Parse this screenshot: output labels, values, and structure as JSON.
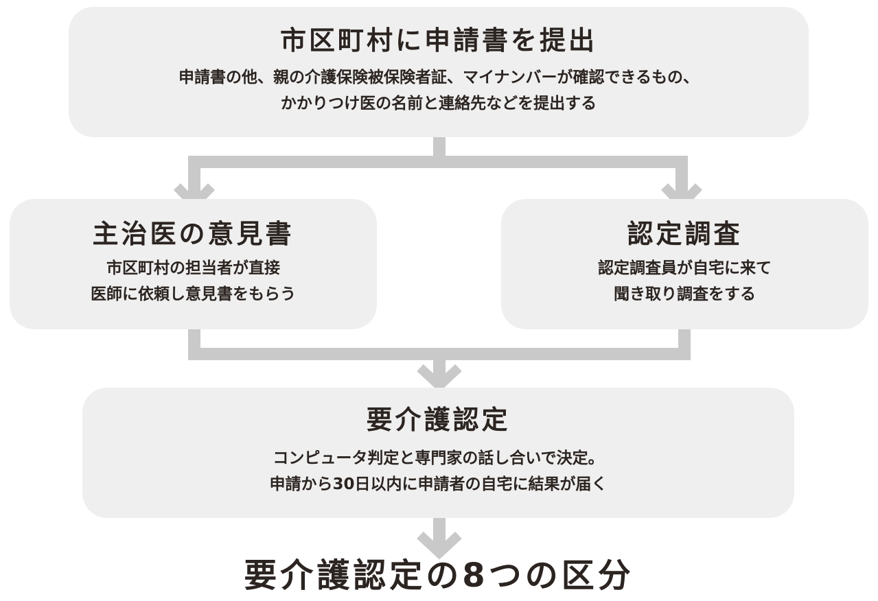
{
  "submit": {
    "title": "市区町村に申請書を提出",
    "lines": [
      "申請書の他、親の介護保険被保険者証、マイナンバーが確認できるもの、",
      "かかりつけ医の名前と連絡先などを提出する"
    ]
  },
  "doctor_opinion": {
    "title": "主治医の意見書",
    "lines": [
      "市区町村の担当者が直接",
      "医師に依頼し意見書をもらう"
    ]
  },
  "certification_survey": {
    "title": "認定調査",
    "lines": [
      "認定調査員が自宅に来て",
      "聞き取り調査をする"
    ]
  },
  "care_certification": {
    "title": "要介護認定",
    "lines": [
      "コンピュータ判定と専門家の話し合いで決定。",
      "申請から30日以内に申請者の自宅に結果が届く"
    ]
  },
  "result": {
    "title": "要介護認定の8つの区分"
  },
  "colors": {
    "box_fill": "#efefef",
    "connector": "#c9c9c9",
    "text": "#2b2421"
  }
}
